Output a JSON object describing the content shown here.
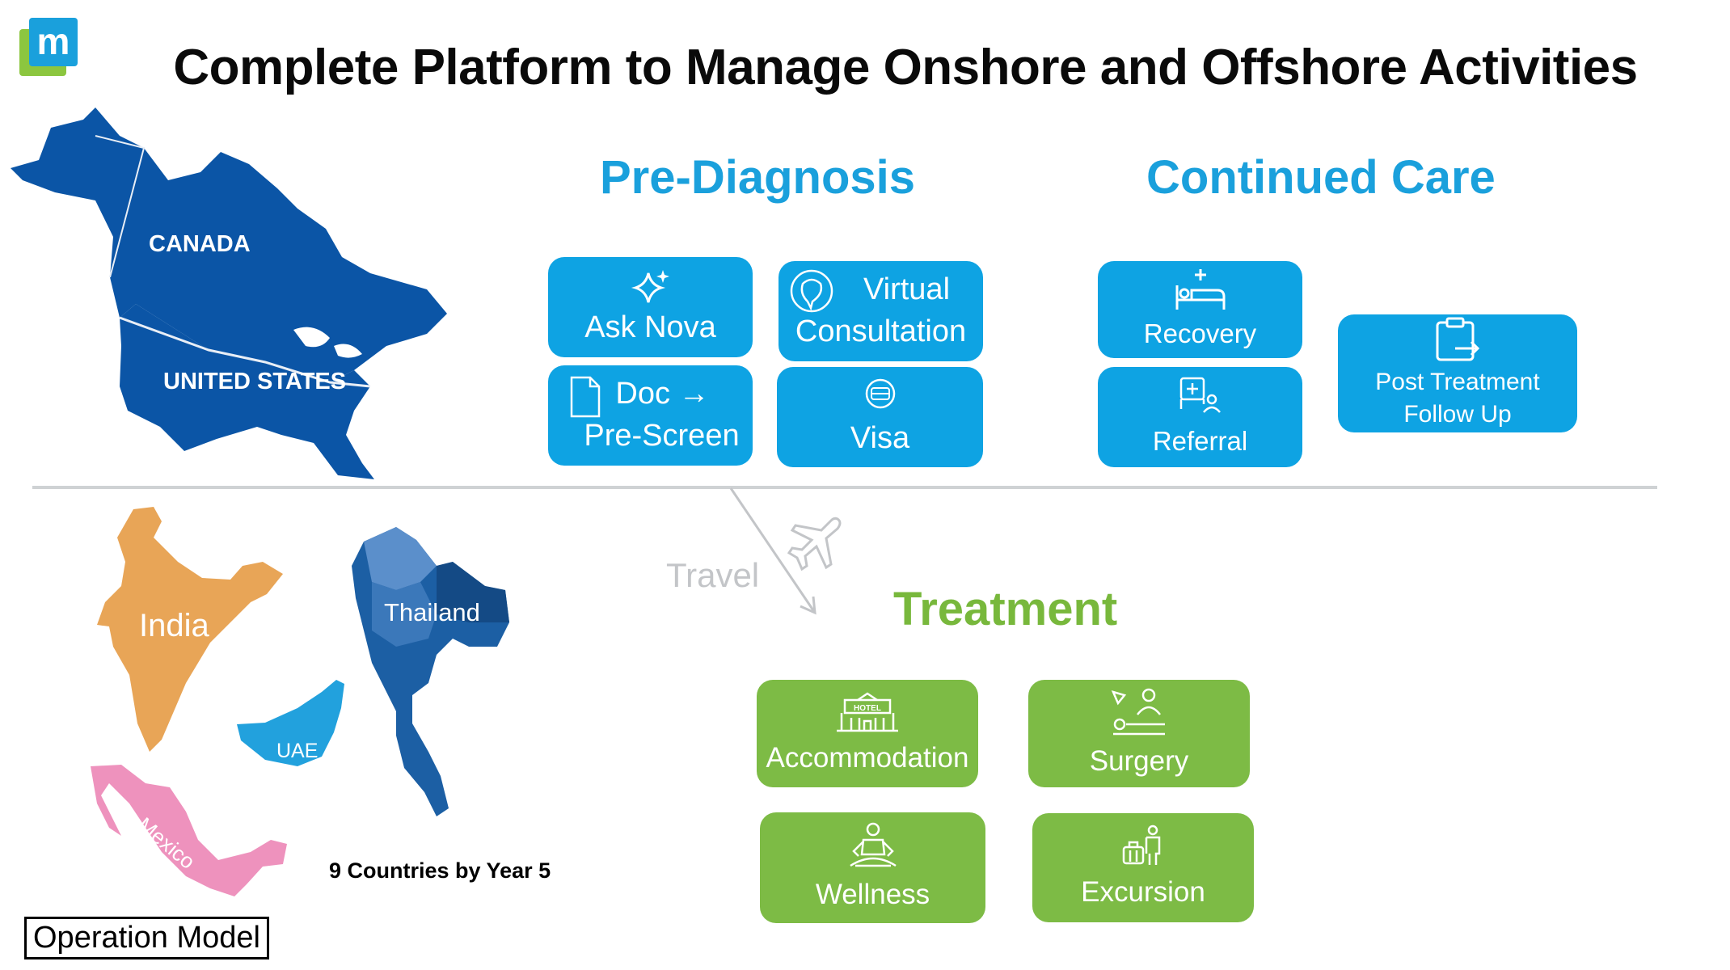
{
  "header": {
    "title": "Complete Platform to Manage Onshore and Offshore Activities",
    "logo_letter": "m",
    "brand_colors": {
      "blue": "#1aa0dc",
      "green": "#7dbb45",
      "logo_green": "#8cc63f"
    }
  },
  "pre_diagnosis": {
    "title": "Pre-Diagnosis",
    "cards": {
      "ask_nova": {
        "label": "Ask Nova",
        "icon": "sparkle-icon"
      },
      "virtual": {
        "label_line1": "Virtual",
        "label_line2": "Consultation",
        "icon": "speech-bubble-icon"
      },
      "doc": {
        "label_line1": "Doc →",
        "label_line2": "Pre-Screen",
        "icon": "document-icon"
      },
      "visa": {
        "label": "Visa",
        "icon": "passport-icon"
      }
    }
  },
  "continued_care": {
    "title": "Continued Care",
    "cards": {
      "recovery": {
        "label": "Recovery",
        "icon": "hospital-bed-icon"
      },
      "referral": {
        "label": "Referral",
        "icon": "referral-icon"
      },
      "post_treatment": {
        "label_line1": "Post Treatment",
        "label_line2": "Follow Up",
        "icon": "clipboard-return-icon"
      }
    }
  },
  "travel": {
    "label": "Travel",
    "icon": "airplane-icon"
  },
  "treatment": {
    "title": "Treatment",
    "cards": {
      "accommodation": {
        "label": "Accommodation",
        "icon": "hotel-icon",
        "icon_text": "HOTEL"
      },
      "surgery": {
        "label": "Surgery",
        "icon": "surgery-icon"
      },
      "wellness": {
        "label": "Wellness",
        "icon": "meditation-icon"
      },
      "excursion": {
        "label": "Excursion",
        "icon": "traveler-luggage-icon"
      }
    }
  },
  "onshore_map": {
    "labels": {
      "canada": "CANADA",
      "united_states": "UNITED STATES"
    }
  },
  "offshore_map": {
    "labels": {
      "india": "India",
      "thailand": "Thailand",
      "uae": "UAE",
      "mexico": "Mexico"
    }
  },
  "footer": {
    "countries_note": "9 Countries by Year 5",
    "operation_model": "Operation Model"
  }
}
